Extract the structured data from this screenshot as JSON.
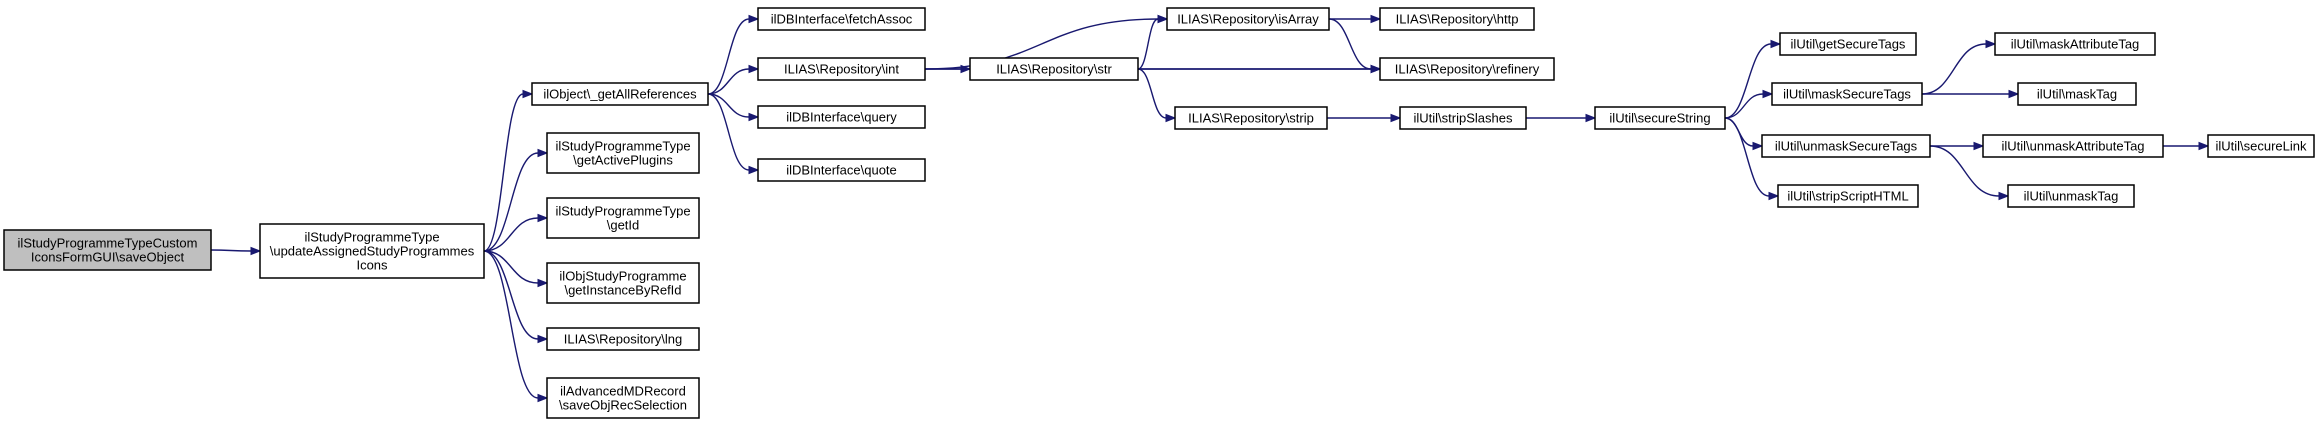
{
  "diagram": {
    "nodes": [
      {
        "id": "root",
        "lines": [
          "ilStudyProgrammeTypeCustom",
          "IconsFormGUI\\saveObject"
        ],
        "highlight": true
      },
      {
        "id": "update",
        "lines": [
          "ilStudyProgrammeType",
          "\\updateAssignedStudyProgrammes",
          "Icons"
        ]
      },
      {
        "id": "getAllRefs",
        "lines": [
          "ilObject\\_getAllReferences"
        ]
      },
      {
        "id": "getActivePlugins",
        "lines": [
          "ilStudyProgrammeType",
          "\\getActivePlugins"
        ]
      },
      {
        "id": "getId",
        "lines": [
          "ilStudyProgrammeType",
          "\\getId"
        ]
      },
      {
        "id": "getInstanceByRefId",
        "lines": [
          "ilObjStudyProgramme",
          "\\getInstanceByRefId"
        ]
      },
      {
        "id": "repoLng",
        "lines": [
          "ILIAS\\Repository\\lng"
        ]
      },
      {
        "id": "saveObjRec",
        "lines": [
          "ilAdvancedMDRecord",
          "\\saveObjRecSelection"
        ]
      },
      {
        "id": "fetchAssoc",
        "lines": [
          "ilDBInterface\\fetchAssoc"
        ]
      },
      {
        "id": "repoInt",
        "lines": [
          "ILIAS\\Repository\\int"
        ]
      },
      {
        "id": "query",
        "lines": [
          "ilDBInterface\\query"
        ]
      },
      {
        "id": "quote",
        "lines": [
          "ilDBInterface\\quote"
        ]
      },
      {
        "id": "repoStr",
        "lines": [
          "ILIAS\\Repository\\str"
        ]
      },
      {
        "id": "isArray",
        "lines": [
          "ILIAS\\Repository\\isArray"
        ]
      },
      {
        "id": "repoStrip",
        "lines": [
          "ILIAS\\Repository\\strip"
        ]
      },
      {
        "id": "http",
        "lines": [
          "ILIAS\\Repository\\http"
        ]
      },
      {
        "id": "refinery",
        "lines": [
          "ILIAS\\Repository\\refinery"
        ]
      },
      {
        "id": "stripSlashes",
        "lines": [
          "ilUtil\\stripSlashes"
        ]
      },
      {
        "id": "secureString",
        "lines": [
          "ilUtil\\secureString"
        ]
      },
      {
        "id": "getSecureTags",
        "lines": [
          "ilUtil\\getSecureTags"
        ]
      },
      {
        "id": "maskSecureTags",
        "lines": [
          "ilUtil\\maskSecureTags"
        ]
      },
      {
        "id": "unmaskSecureTags",
        "lines": [
          "ilUtil\\unmaskSecureTags"
        ]
      },
      {
        "id": "stripScriptHTML",
        "lines": [
          "ilUtil\\stripScriptHTML"
        ]
      },
      {
        "id": "maskAttributeTag",
        "lines": [
          "ilUtil\\maskAttributeTag"
        ]
      },
      {
        "id": "maskTag",
        "lines": [
          "ilUtil\\maskTag"
        ]
      },
      {
        "id": "unmaskAttributeTag",
        "lines": [
          "ilUtil\\unmaskAttributeTag"
        ]
      },
      {
        "id": "unmaskTag",
        "lines": [
          "ilUtil\\unmaskTag"
        ]
      },
      {
        "id": "secureLink",
        "lines": [
          "ilUtil\\secureLink"
        ]
      }
    ],
    "edges": [
      [
        "root",
        "update"
      ],
      [
        "update",
        "getAllRefs"
      ],
      [
        "update",
        "getActivePlugins"
      ],
      [
        "update",
        "getId"
      ],
      [
        "update",
        "getInstanceByRefId"
      ],
      [
        "update",
        "repoLng"
      ],
      [
        "update",
        "saveObjRec"
      ],
      [
        "getAllRefs",
        "fetchAssoc"
      ],
      [
        "getAllRefs",
        "repoInt"
      ],
      [
        "getAllRefs",
        "query"
      ],
      [
        "getAllRefs",
        "quote"
      ],
      [
        "repoInt",
        "repoStr"
      ],
      [
        "repoInt",
        "isArray"
      ],
      [
        "repoInt",
        "refinery"
      ],
      [
        "repoStr",
        "isArray"
      ],
      [
        "repoStr",
        "refinery"
      ],
      [
        "repoStr",
        "repoStrip"
      ],
      [
        "isArray",
        "http"
      ],
      [
        "isArray",
        "refinery"
      ],
      [
        "repoStrip",
        "stripSlashes"
      ],
      [
        "stripSlashes",
        "secureString"
      ],
      [
        "secureString",
        "getSecureTags"
      ],
      [
        "secureString",
        "maskSecureTags"
      ],
      [
        "secureString",
        "unmaskSecureTags"
      ],
      [
        "secureString",
        "stripScriptHTML"
      ],
      [
        "maskSecureTags",
        "maskAttributeTag"
      ],
      [
        "maskSecureTags",
        "maskTag"
      ],
      [
        "unmaskSecureTags",
        "unmaskAttributeTag"
      ],
      [
        "unmaskSecureTags",
        "unmaskTag"
      ],
      [
        "unmaskAttributeTag",
        "secureLink"
      ]
    ]
  }
}
